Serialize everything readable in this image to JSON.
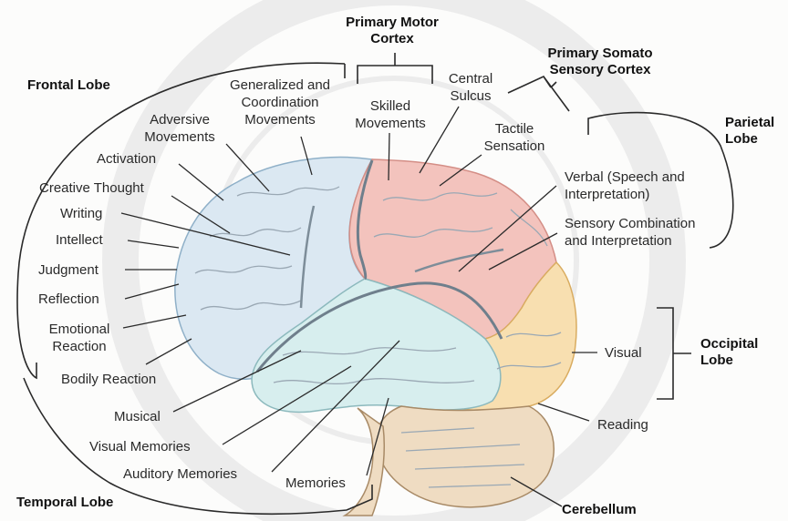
{
  "colors": {
    "frontal": "#dbe8f2",
    "frontal_stroke": "#8fb0c8",
    "parietal": "#f3c3bd",
    "parietal_stroke": "#d48e86",
    "occipital": "#f8dfb0",
    "occipital_stroke": "#d9ac60",
    "temporal": "#d7eeee",
    "temporal_stroke": "#8cb9bd",
    "cerebellum": "#efdcc2",
    "cerebellum_stroke": "#a88a66",
    "leader": "#2a2a2a",
    "watermark": "#ececec"
  },
  "lobes": {
    "frontal": "Frontal Lobe",
    "temporal": "Temporal Lobe",
    "parietal": [
      "Parietal",
      "Lobe"
    ],
    "occipital": [
      "Occipital",
      "Lobe"
    ],
    "cerebellum": "Cerebellum",
    "primary_motor": [
      "Primary Motor",
      "Cortex"
    ],
    "primary_somato": [
      "Primary Somato",
      "Sensory Cortex"
    ]
  },
  "functions": {
    "generalized": [
      "Generalized and",
      "Coordination",
      "Movements"
    ],
    "adversive": [
      "Adversive",
      "Movements"
    ],
    "activation": "Activation",
    "creative": "Creative Thought",
    "writing": "Writing",
    "intellect": "Intellect",
    "judgment": "Judgment",
    "reflection": "Reflection",
    "emotional": [
      "Emotional",
      "Reaction"
    ],
    "bodily": "Bodily Reaction",
    "musical": "Musical",
    "visual_memories": "Visual Memories",
    "auditory_memories": "Auditory Memories",
    "memories": "Memories",
    "skilled": [
      "Skilled",
      "Movements"
    ],
    "central_sulcus": [
      "Central",
      "Sulcus"
    ],
    "tactile": [
      "Tactile",
      "Sensation"
    ],
    "verbal": [
      "Verbal (Speech and",
      "Interpretation)"
    ],
    "sensory_comb": [
      "Sensory Combination",
      "and Interpretation"
    ],
    "visual": "Visual",
    "reading": "Reading"
  }
}
